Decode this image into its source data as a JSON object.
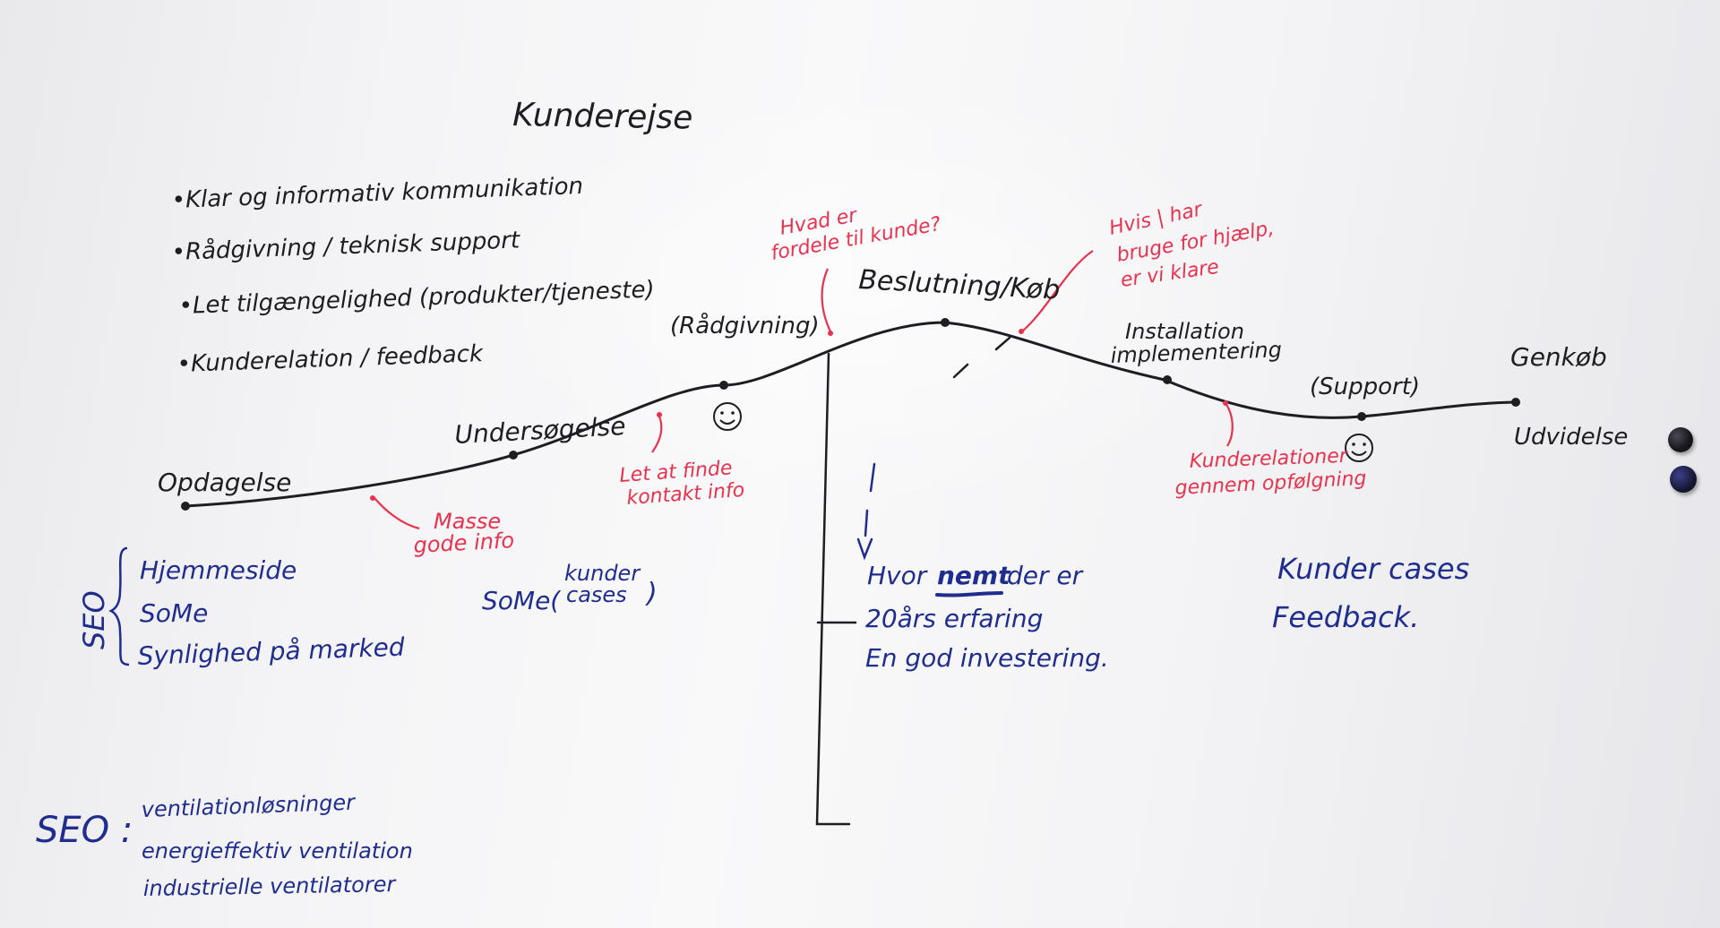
{
  "title": "Kunderejse",
  "bullets": [
    "•Klar og informativ kommunikation",
    "•Rådgivning / teknisk support",
    "•Let tilgængelighed (produkter/tjeneste)",
    "•Kunderelation / feedback"
  ],
  "stages": {
    "opdagelse": "Opdagelse",
    "undersogelse": "Undersøgelse",
    "raadgivning": "(Rådgivning)",
    "beslutning": "Beslutning/Køb",
    "installation_1": "Installation",
    "installation_2": "implementering",
    "support": "(Support)",
    "genkob": "Genkøb",
    "udvidelse": "Udvidelse"
  },
  "red_notes": {
    "masse_1": "Masse",
    "masse_2": "gode info",
    "let_1": "Let at finde",
    "let_2": "kontakt info",
    "hvad_1": "Hvad er",
    "hvad_2": "fordele til kunde?",
    "hvis_1": "Hvis | har",
    "hvis_2": "bruge for hjælp,",
    "hvis_3": "er vi klare",
    "relation_1": "Kunderelationer",
    "relation_2": "gennem opfølgning"
  },
  "blue_notes": {
    "seo_vertical": "SEO",
    "hjemmeside": "Hjemmeside",
    "some": "SoMe",
    "synlighed": "Synlighed på marked",
    "kunder_small": "kunder",
    "some_cases_a": "SoMe(",
    "some_cases_b": "cases",
    "some_cases_c": ")",
    "hvor_a": "Hvor",
    "hvor_nemt": "nemt",
    "hvor_b": "der er",
    "erfaring": "20års erfaring",
    "investering": "En god investering.",
    "kunder_cases": "Kunder cases",
    "feedback": "Feedback.",
    "seo_label": "SEO :",
    "seo_1": "ventilationløsninger",
    "seo_2": "energieffektiv ventilation",
    "seo_3": "industrielle ventilatorer"
  },
  "colors": {
    "board": "#f4f4f6",
    "black_ink": "#1d1d22",
    "red_ink": "#e8324e",
    "blue_ink": "#1f2d8f",
    "magnet": "#15151a"
  }
}
